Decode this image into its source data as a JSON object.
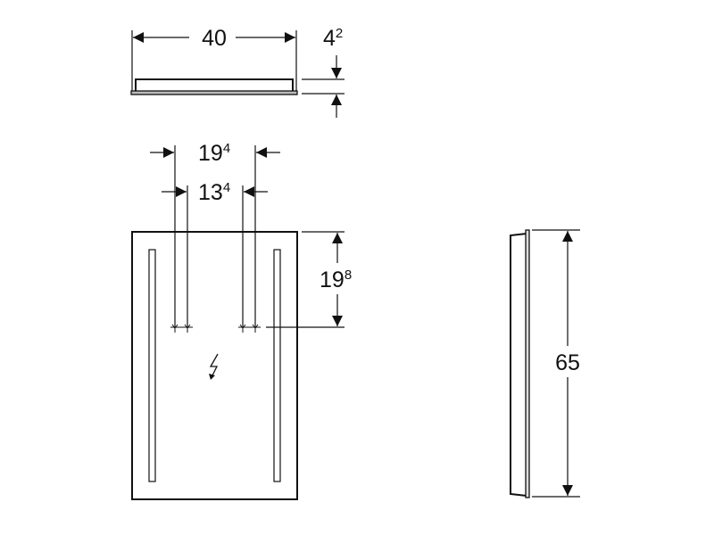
{
  "dimensions": {
    "width": {
      "main": "40",
      "sup": ""
    },
    "depth": {
      "main": "4",
      "sup": "2"
    },
    "outer_spacing": {
      "main": "19",
      "sup": "4"
    },
    "inner_spacing": {
      "main": "13",
      "sup": "4"
    },
    "outlet_height": {
      "main": "19",
      "sup": "8"
    },
    "height": {
      "main": "65",
      "sup": ""
    }
  },
  "icons": [
    "arrow-icon",
    "power-outlet-icon",
    "electrical-connection-icon"
  ],
  "colors": {
    "line": "#111111",
    "background": "#ffffff"
  }
}
